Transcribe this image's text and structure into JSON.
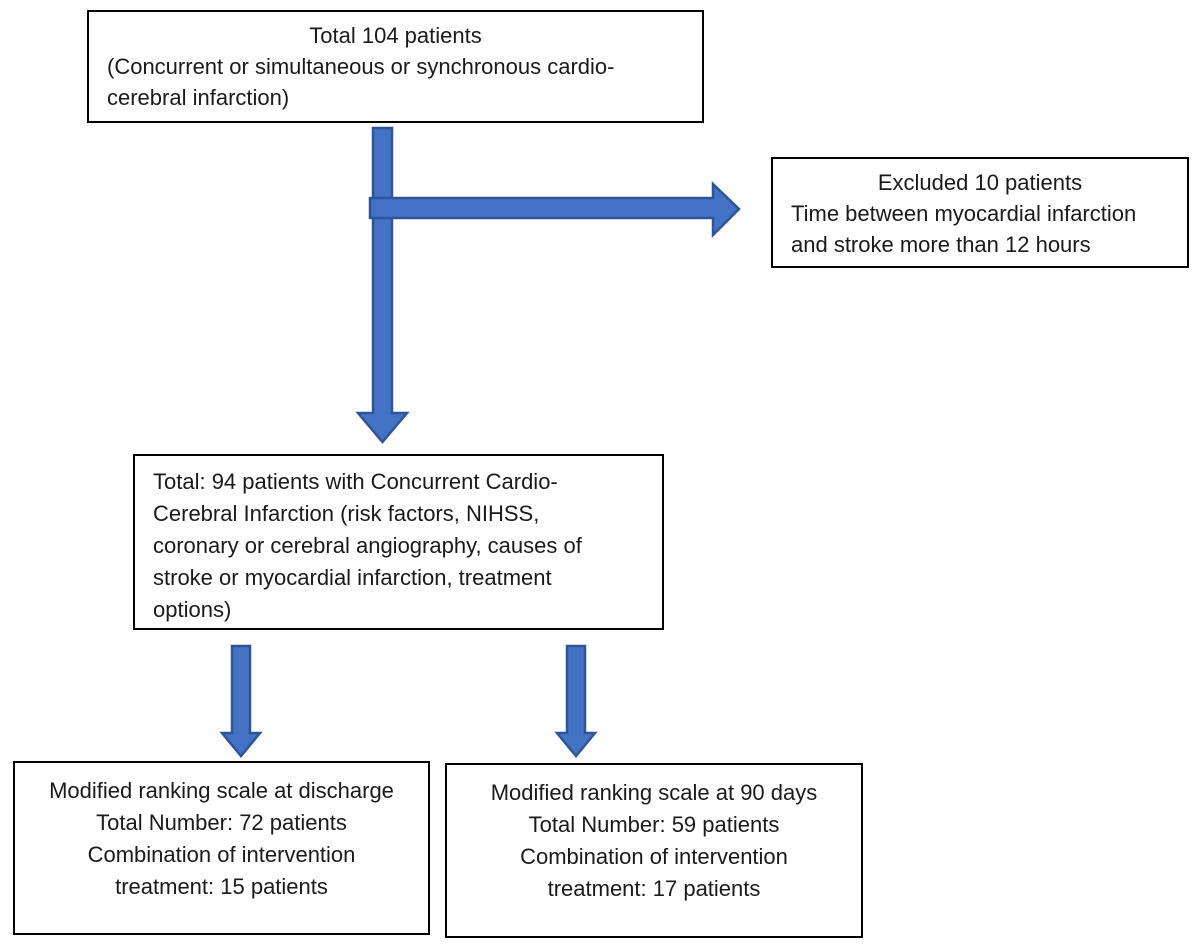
{
  "diagram": {
    "title": "Concurrent cardio-cerebral infarction patient flow diagram",
    "colors": {
      "arrow_fill": "#4472C4",
      "arrow_stroke": "#2F5597",
      "box_border": "#000000",
      "background": "#ffffff",
      "text": "#1a1a1a"
    },
    "boxes": {
      "total": {
        "lines": [
          "Total 104 patients",
          "(Concurrent or simultaneous or synchronous cardio-",
          "cerebral infarction)"
        ]
      },
      "excluded": {
        "lines": [
          "Excluded 10 patients",
          "Time between myocardial infarction",
          "and stroke more than 12 hours"
        ]
      },
      "cohort": {
        "lines": [
          "Total: 94 patients with Concurrent Cardio-",
          "Cerebral Infarction (risk factors, NIHSS,",
          "coronary or cerebral angiography, causes of",
          "stroke or myocardial infarction, treatment",
          "options)"
        ]
      },
      "discharge": {
        "lines": [
          "Modified ranking scale at discharge",
          "Total Number: 72 patients",
          "Combination of intervention",
          "treatment: 15 patients"
        ]
      },
      "ninety_days": {
        "lines": [
          "Modified ranking scale at 90 days",
          "Total Number: 59 patients",
          "Combination of intervention",
          "treatment: 17 patients"
        ]
      }
    }
  }
}
